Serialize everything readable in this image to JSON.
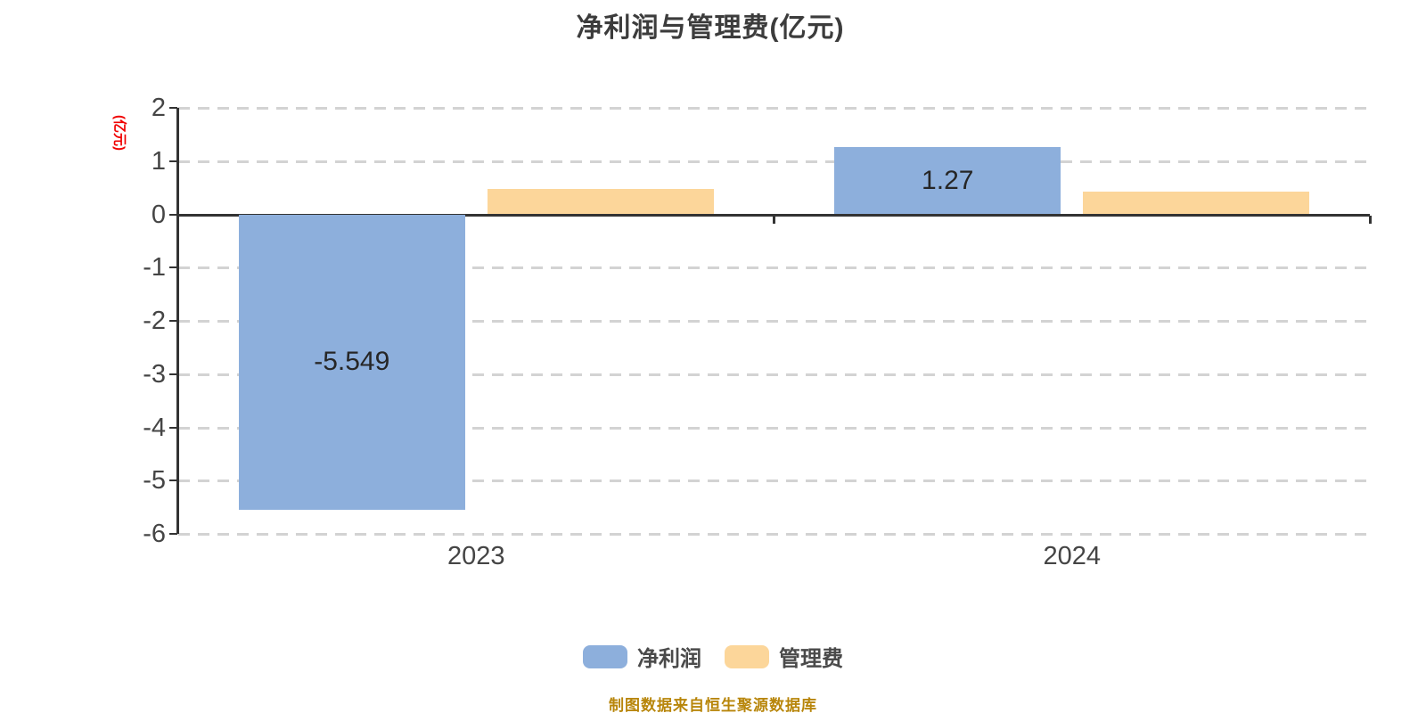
{
  "title": "净利润与管理费(亿元)",
  "y_axis_unit": "(亿元)",
  "source_note": "制图数据来自恒生聚源数据库",
  "colors": {
    "net_profit_bar": "#8dafdc",
    "management_fee_bar": "#fcd69a",
    "axis": "#333333",
    "gridline": "#d3d3d3",
    "title_text": "#3c3c3c",
    "tick_text": "#454545",
    "value_text": "#262626",
    "unit_label_text": "#f00000",
    "source_text": "#b8860b"
  },
  "legend": {
    "items": [
      {
        "label": "净利润",
        "color": "#8dafdc"
      },
      {
        "label": "管理费",
        "color": "#fcd69a"
      }
    ]
  },
  "chart_data": {
    "type": "bar",
    "title": "净利润与管理费(亿元)",
    "ylabel": "(亿元)",
    "categories": [
      "2023",
      "2024"
    ],
    "series": [
      {
        "name": "净利润",
        "color": "#8dafdc",
        "values": [
          -5.549,
          1.27
        ],
        "labels": [
          "-5.549",
          "1.27"
        ]
      },
      {
        "name": "管理费",
        "color": "#fcd69a",
        "values": [
          0.47,
          0.43
        ],
        "labels": [
          "",
          ""
        ]
      }
    ],
    "ylim": [
      -6,
      2
    ],
    "yticks": [
      2,
      1,
      0,
      -1,
      -2,
      -3,
      -4,
      -5,
      -6
    ],
    "grid": "horizontal dashed, solid dark line at zero",
    "legend_position": "bottom"
  }
}
